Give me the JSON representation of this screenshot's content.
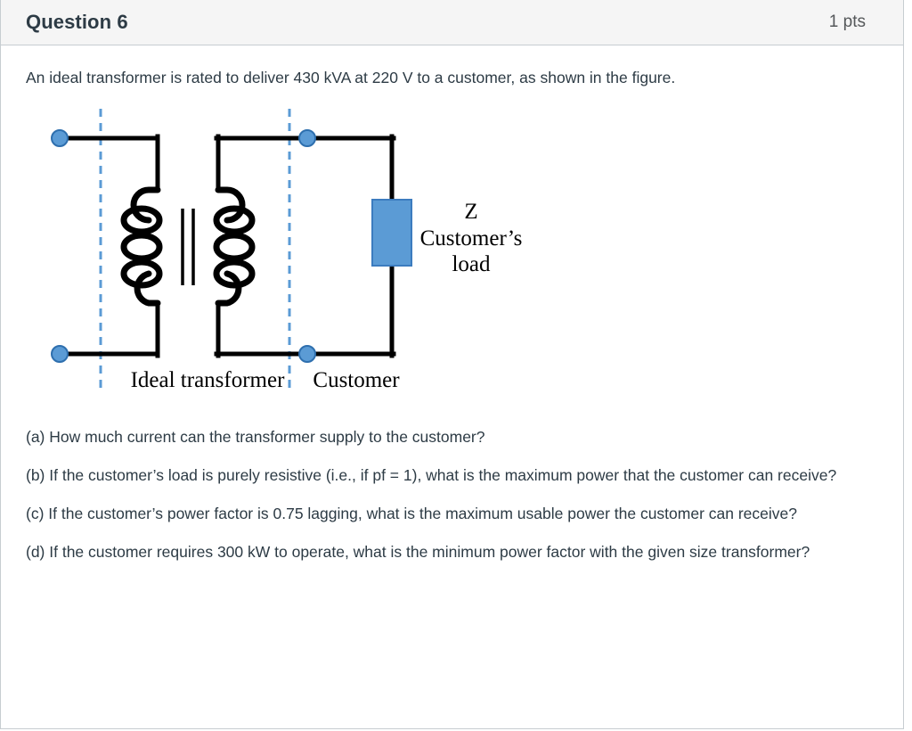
{
  "header": {
    "title": "Question 6",
    "points": "1 pts"
  },
  "question": {
    "prompt": "An ideal transformer is rated to deliver 430 kVA at 220 V to a customer, as shown in the figure.",
    "parts": [
      "(a) How much current can the transformer supply to the customer?",
      "(b) If the customer’s load is purely resistive (i.e., if pf = 1), what is the maximum power that the customer can receive?",
      "(c) If the customer’s power factor is 0.75 lagging, what is the maximum usable power the customer can receive?",
      "(d) If the customer requires 300 kW to operate, what is the minimum power factor with the given size transformer?"
    ]
  },
  "figure": {
    "labels": {
      "ideal_transformer": "Ideal transformer",
      "customer": "Customer",
      "load_impedance": "Z",
      "load_line2": "Customer’s",
      "load_line3": "load"
    },
    "colors": {
      "wire": "#000000",
      "load_fill": "#5B9BD5",
      "load_stroke": "#3C7CBF",
      "terminal_fill": "#5B9BD5",
      "terminal_stroke": "#2E6FAE",
      "boundary_dash": "#5B9BD5"
    }
  },
  "theme": {
    "header_bg": "#f5f5f5",
    "border": "#c7cdd1",
    "text": "#2d3b45",
    "points_text": "#55585a"
  }
}
